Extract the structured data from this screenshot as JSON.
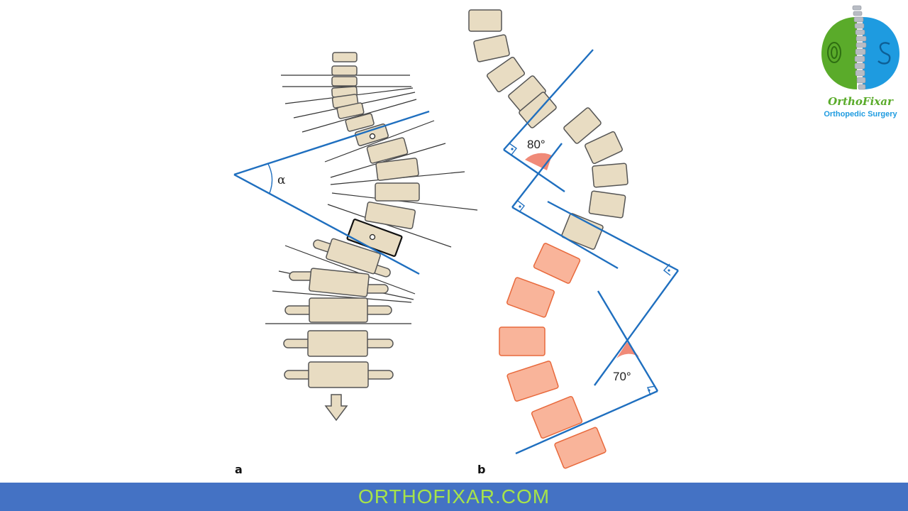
{
  "figure": {
    "angle_label": "α",
    "angle_top": "80°",
    "angle_bottom": "70°",
    "panel_a": "a",
    "panel_b": "b"
  },
  "logo": {
    "name": "OrthoFixar",
    "subtitle": "Orthopedic Surgery"
  },
  "footer": {
    "site": "ORTHOFIXAR.COM"
  },
  "colors": {
    "bone_fill": "#e8dcc2",
    "bone_stroke": "#555555",
    "highlight_fill": "#f9b49a",
    "highlight_stroke": "#e8693c",
    "line_blue": "#1f6fbf",
    "footer_bg": "#4472c4",
    "footer_text": "#a6e34a",
    "logo_green": "#5aab2a",
    "logo_blue": "#1e9be0"
  }
}
